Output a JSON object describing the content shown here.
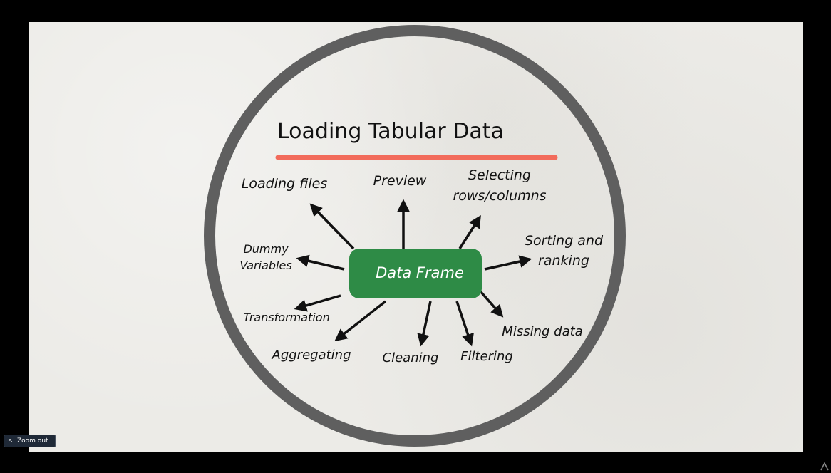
{
  "slide": {
    "title": "Loading Tabular Data",
    "center_label": "Data Frame",
    "branches": [
      {
        "id": "loading-files",
        "lines": [
          "Loading files"
        ]
      },
      {
        "id": "preview",
        "lines": [
          "Preview"
        ]
      },
      {
        "id": "selecting",
        "lines": [
          "Selecting",
          "rows/columns"
        ]
      },
      {
        "id": "sorting",
        "lines": [
          "Sorting and",
          "ranking"
        ]
      },
      {
        "id": "missing-data",
        "lines": [
          "Missing data"
        ]
      },
      {
        "id": "filtering",
        "lines": [
          "Filtering"
        ]
      },
      {
        "id": "cleaning",
        "lines": [
          "Cleaning"
        ]
      },
      {
        "id": "aggregating",
        "lines": [
          "Aggregating"
        ]
      },
      {
        "id": "transformation",
        "lines": [
          "Transformation"
        ]
      },
      {
        "id": "dummy-variables",
        "lines": [
          "Dummy",
          "Variables"
        ]
      }
    ],
    "colors": {
      "ring": "#5f5f5f",
      "underline": "#f26b5b",
      "center_fill": "#2e8b46",
      "text": "#111111"
    }
  },
  "controls": {
    "zoom_out_label": "Zoom out",
    "zoom_out_icon": "arrow-up-left-icon"
  }
}
